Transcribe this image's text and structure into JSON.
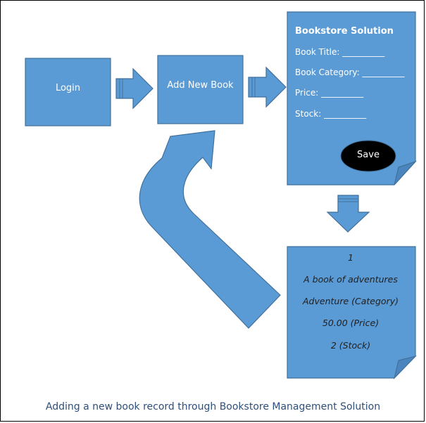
{
  "nodes": {
    "login": "Login",
    "add_new_book": "Add New Book"
  },
  "form": {
    "title": "Bookstore Solution",
    "fields": [
      "Book Title: __________",
      "Book Category: __________",
      "Price: __________",
      "Stock: __________"
    ],
    "save_label": "Save"
  },
  "record": {
    "lines": [
      "1",
      "A book of adventures",
      "Adventure (Category)",
      "50.00 (Price)",
      "2 (Stock)"
    ]
  },
  "caption": "Adding a new book record through Bookstore Management Solution",
  "colors": {
    "shape_fill": "#5b9bd5",
    "shape_stroke": "#41719c",
    "save_button": "#000000",
    "caption_text": "#2f4f7a"
  }
}
